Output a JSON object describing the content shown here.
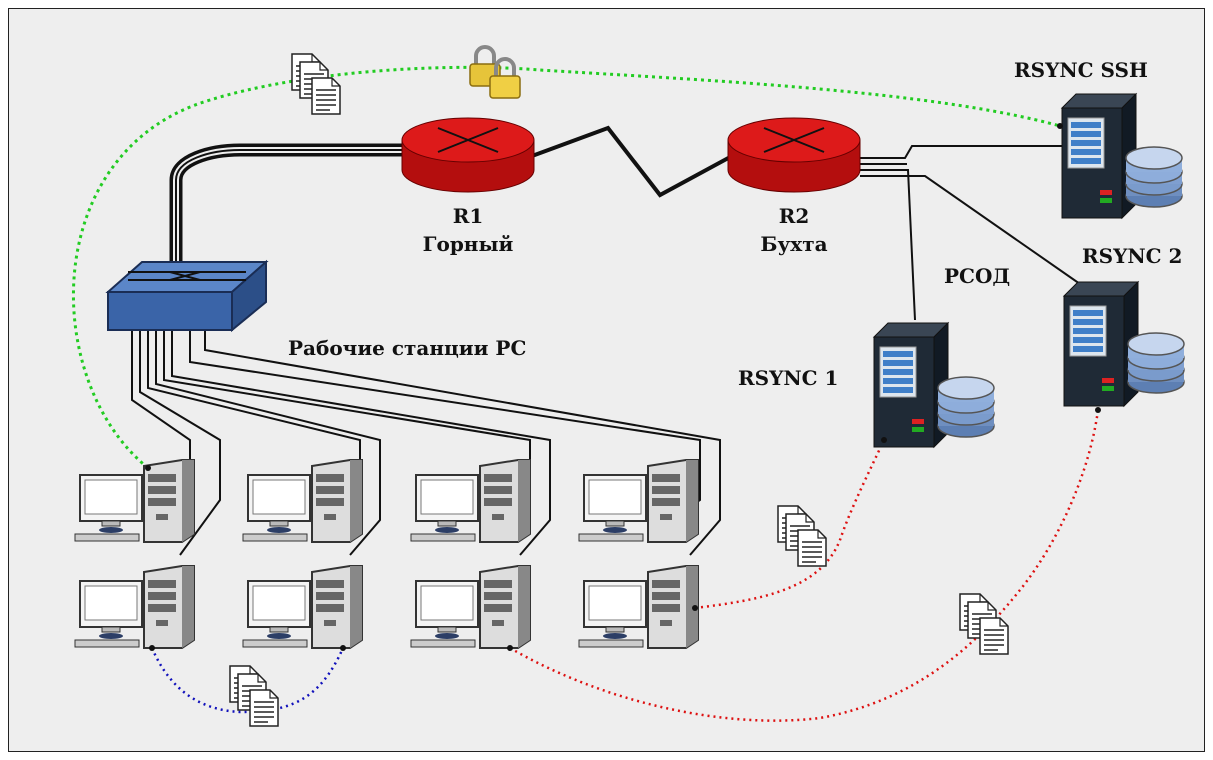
{
  "labels": {
    "r1_name": "R1",
    "r1_place": "Горный",
    "r2_name": "R2",
    "r2_place": "Бухта",
    "rsync_ssh": "RSYNC SSH",
    "rsync_2": "RSYNC 2",
    "rsync_1": "RSYNC 1",
    "rsod": "РСОД",
    "workstations": "Рабочие станции РС"
  },
  "colors": {
    "background": "#eeeeee",
    "router": "#cc1111",
    "switch": "#3a64a8",
    "server": "#1f2a36",
    "link_secure": "#22cc22",
    "link_rsync": "#dd1111",
    "link_local": "#1111bb"
  },
  "icons": {
    "router": "router-icon",
    "switch": "switch-icon",
    "server": "server-icon",
    "database": "database-icon",
    "workstation": "workstation-icon",
    "documents": "documents-icon",
    "lock": "lock-icon"
  }
}
